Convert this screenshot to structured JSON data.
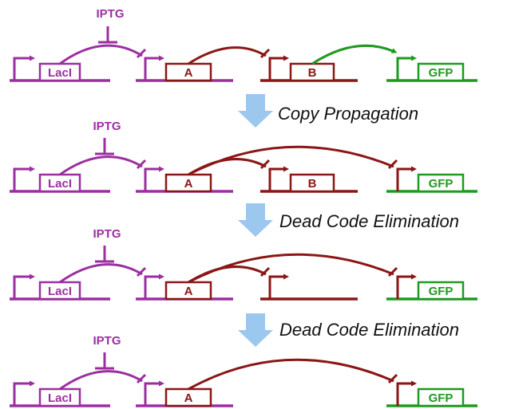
{
  "colors": {
    "lacI": "#9b2fa0",
    "mid": "#8b1616",
    "gfp": "#1e9a1e",
    "arrow": "#9cc7ef",
    "text": "#111111"
  },
  "steps": [
    "Copy Propagation",
    "Dead Code Elimination",
    "Dead Code Elimination"
  ],
  "circuits": [
    {
      "inducer": "IPTG",
      "genes": [
        {
          "label": "LacI",
          "color_key": "lacI"
        },
        {
          "label": "A",
          "color_key": "mid"
        },
        {
          "label": "B",
          "color_key": "mid"
        },
        {
          "label": "GFP",
          "color_key": "gfp"
        }
      ]
    },
    {
      "inducer": "IPTG",
      "genes": [
        {
          "label": "LacI",
          "color_key": "lacI"
        },
        {
          "label": "A",
          "color_key": "mid"
        },
        {
          "label": "B",
          "color_key": "mid"
        },
        {
          "label": "GFP",
          "color_key": "gfp"
        }
      ]
    },
    {
      "inducer": "IPTG",
      "genes": [
        {
          "label": "LacI",
          "color_key": "lacI"
        },
        {
          "label": "A",
          "color_key": "mid"
        },
        {
          "label": "",
          "color_key": "mid"
        },
        {
          "label": "GFP",
          "color_key": "gfp"
        }
      ]
    },
    {
      "inducer": "IPTG",
      "genes": [
        {
          "label": "LacI",
          "color_key": "lacI"
        },
        {
          "label": "A",
          "color_key": "mid"
        },
        {
          "label": "GFP",
          "color_key": "gfp"
        }
      ]
    }
  ]
}
